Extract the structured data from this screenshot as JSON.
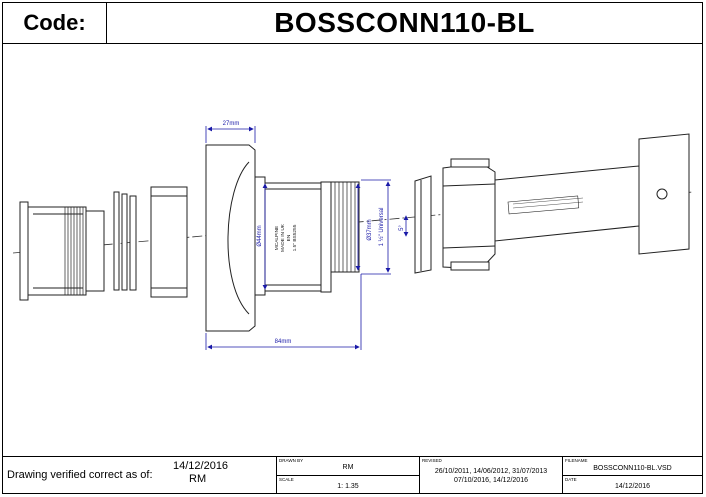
{
  "header": {
    "code_label": "Code:",
    "product_code": "BOSSCONN110-BL"
  },
  "dimensions": {
    "top_width": "27mm",
    "bottom_length": "84mm",
    "flange_diameter": "Ø44mm",
    "thread_diameter": "Ø37mm",
    "thread_spec": "1 ½\" Universal",
    "angle": "5°"
  },
  "part_marking": [
    "MCALPINE",
    "MADE IN UK",
    "EN",
    "1.5\" BS5255"
  ],
  "footer": {
    "verified_label": "Drawing verified  correct as of:",
    "verified_date": "14/12/2016",
    "verified_by": "RM",
    "drawn_by_label": "DRAWN BY",
    "drawn_by": "RM",
    "scale_label": "SCALE",
    "scale": "1: 1.35",
    "revised_label": "REVISED",
    "revised_line1": "26/10/2011, 14/06/2012, 31/07/2013",
    "revised_line2": "07/10/2016, 14/12/2016",
    "filename_label": "FILENAME",
    "filename": "BOSSCONN110-BL.VSD",
    "date_label": "DATE",
    "date": "14/12/2016"
  }
}
